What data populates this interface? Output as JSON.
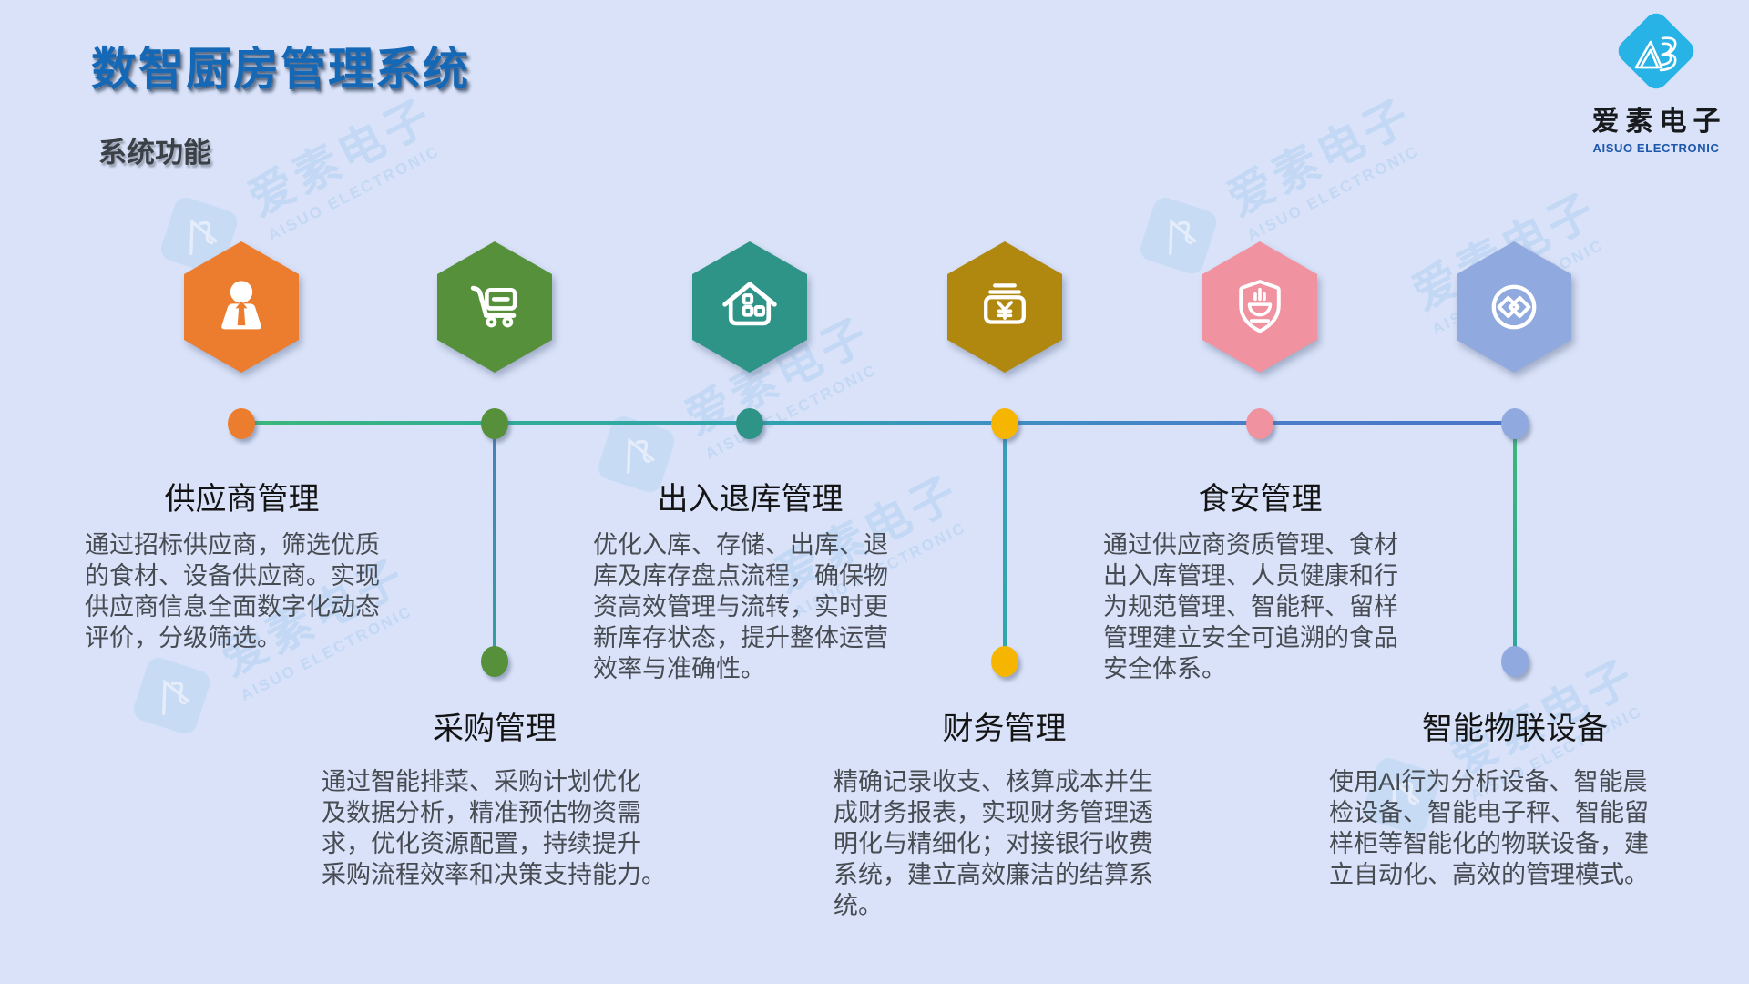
{
  "header": {
    "title": "数智厨房管理系统",
    "subtitle": "系统功能"
  },
  "logo": {
    "name": "爱素电子",
    "name_en": "AISUO ELECTRONIC",
    "mark_color": "#27B3E6",
    "name_en_color": "#1C57AC"
  },
  "watermark": {
    "text": "爱素电子",
    "text_en": "AISUO ELECTRONIC",
    "color": "#AFCFF1"
  },
  "palette": {
    "background": "#D9E2F8",
    "title_blue": "#1568B6",
    "subtitle_gray": "#3A4046",
    "heading_black": "#141414",
    "body_text_gray": "#474B52",
    "timeline_green": "#3CB878",
    "timeline_teal": "#2FA3AC",
    "timeline_blue": "#4A73C8"
  },
  "features": [
    {
      "id": "supplier",
      "title": "供应商管理",
      "description": "通过招标供应商，筛选优质\n的食材、设备供应商。实现\n供应商信息全面数字化动态\n评价，分级筛选。",
      "icon": "person-icon",
      "hex_color": "#EC7C2E",
      "dot_color": "#EC7C2E",
      "position": "top"
    },
    {
      "id": "procurement",
      "title": "采购管理",
      "description": "通过智能排菜、采购计划优化\n及数据分析，精准预估物资需\n求，优化资源配置，持续提升\n采购流程效率和决策支持能力。",
      "icon": "cart-icon",
      "hex_color": "#56903A",
      "dot_color": "#56903A",
      "position": "bottom"
    },
    {
      "id": "warehouse",
      "title": "出入退库管理",
      "description": "优化入库、存储、出库、退\n库及库存盘点流程，确保物\n资高效管理与流转，实时更\n新库存状态，提升整体运营\n效率与准确性。",
      "icon": "warehouse-icon",
      "hex_color": "#2E9488",
      "dot_color": "#2E9488",
      "position": "top"
    },
    {
      "id": "finance",
      "title": "财务管理",
      "description": "精确记录收支、核算成本并生\n成财务报表，实现财务管理透\n明化与精细化；对接银行收费\n系统，建立高效廉洁的结算系\n统。",
      "icon": "money-icon",
      "hex_color": "#B0880F",
      "dot_color": "#F6B500",
      "position": "bottom"
    },
    {
      "id": "food-safety",
      "title": "食安管理",
      "description": "通过供应商资质管理、食材\n出入库管理、人员健康和行\n为规范管理、智能秤、留样\n管理建立安全可追溯的食品\n安全体系。",
      "icon": "shield-icon",
      "hex_color": "#F0929F",
      "dot_color": "#F0929F",
      "position": "top"
    },
    {
      "id": "iot",
      "title": "智能物联设备",
      "description": "使用AI行为分析设备、智能晨\n检设备、智能电子秤、智能留\n样柜等智能化的物联设备，建\n立自动化、高效的管理模式。",
      "icon": "link-icon",
      "hex_color": "#90A9DE",
      "dot_color": "#90A9DE",
      "position": "bottom"
    }
  ]
}
